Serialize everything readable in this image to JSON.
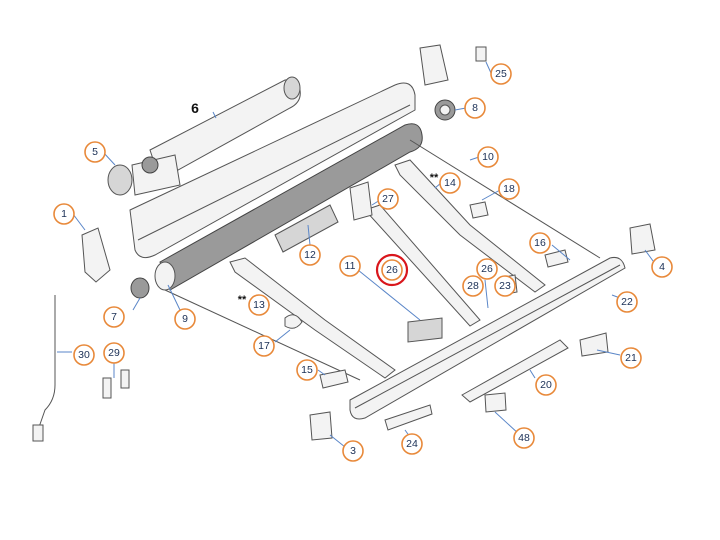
{
  "diagram": {
    "plain_label": "6",
    "highlighted_callout": "26",
    "stars": "**",
    "callouts": [
      {
        "id": "c25",
        "label": "25"
      },
      {
        "id": "c8",
        "label": "8"
      },
      {
        "id": "c10",
        "label": "10"
      },
      {
        "id": "c5",
        "label": "5"
      },
      {
        "id": "c14",
        "label": "14"
      },
      {
        "id": "c18",
        "label": "18"
      },
      {
        "id": "c27",
        "label": "27"
      },
      {
        "id": "c1",
        "label": "1"
      },
      {
        "id": "c16",
        "label": "16"
      },
      {
        "id": "c4",
        "label": "4"
      },
      {
        "id": "c12",
        "label": "12"
      },
      {
        "id": "c11",
        "label": "11"
      },
      {
        "id": "c26a",
        "label": "26"
      },
      {
        "id": "c28",
        "label": "28"
      },
      {
        "id": "c23",
        "label": "23"
      },
      {
        "id": "c7",
        "label": "7"
      },
      {
        "id": "c9",
        "label": "9"
      },
      {
        "id": "c13",
        "label": "13"
      },
      {
        "id": "c22",
        "label": "22"
      },
      {
        "id": "c17",
        "label": "17"
      },
      {
        "id": "c30",
        "label": "30"
      },
      {
        "id": "c29",
        "label": "29"
      },
      {
        "id": "c21",
        "label": "21"
      },
      {
        "id": "c15",
        "label": "15"
      },
      {
        "id": "c20",
        "label": "20"
      },
      {
        "id": "c3",
        "label": "3"
      },
      {
        "id": "c24",
        "label": "24"
      },
      {
        "id": "c48",
        "label": "48"
      }
    ]
  }
}
